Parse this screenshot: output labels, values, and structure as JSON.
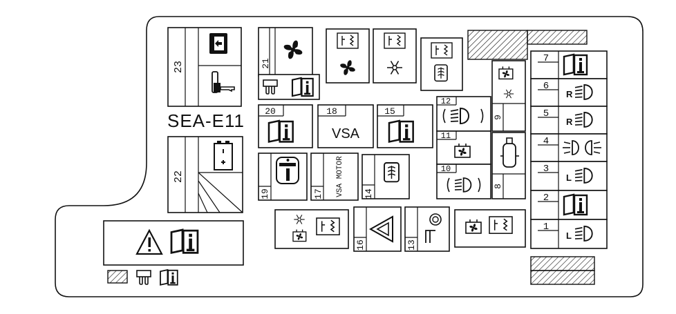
{
  "panel": {
    "code": "SEA-E11"
  },
  "fuses": {
    "f1": "1",
    "f2": "2",
    "f3": "3",
    "f4": "4",
    "f5": "5",
    "f6": "6",
    "f7": "7",
    "f8": "8",
    "f9": "9",
    "f10": "10",
    "f11": "11",
    "f12": "12",
    "f13": "13",
    "f14": "14",
    "f15": "15",
    "f16": "16",
    "f17": "17",
    "f18": "18",
    "f19": "19",
    "f20": "20",
    "f21": "21",
    "f22": "22",
    "f23": "23"
  },
  "labels": {
    "vsa": "VSA",
    "vsa_motor": "VSA MOTOR",
    "right": "R",
    "left": "L"
  },
  "icons": [
    "power-door-lock-icon",
    "ignition-key-icon",
    "fan-icon",
    "info-book-icon",
    "relay-icon",
    "ac-snowflake-icon",
    "rear-defogger-icon",
    "fog-light-icon",
    "radiator-fan-icon",
    "fuel-pump-icon",
    "headlight-icon",
    "small-light-icon",
    "battery-icon",
    "hazard-triangle-icon",
    "horn-icon",
    "warning-triangle-icon",
    "fuse-icon",
    "hatched-spare-icon"
  ]
}
